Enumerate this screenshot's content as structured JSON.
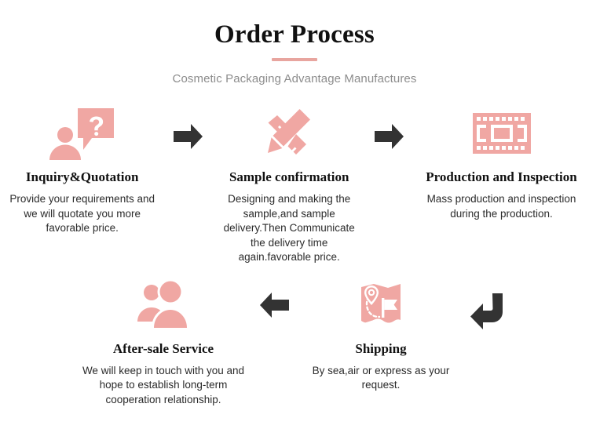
{
  "header": {
    "title": "Order Process",
    "subtitle": "Cosmetic Packaging Advantage Manufactures",
    "rule_color": "#e8a59f"
  },
  "theme": {
    "icon_pink": "#f0a7a3",
    "arrow_dark": "#333333",
    "title_color": "#111111",
    "body_color": "#2b2b2b",
    "subtitle_color": "#8c8c8c",
    "background": "#ffffff"
  },
  "steps_top": [
    {
      "icon": "person-question-icon",
      "title": "Inquiry&Quotation",
      "description": "Provide your requirements and we will quotate you more favorable price."
    },
    {
      "icon": "pencil-ruler-icon",
      "title": "Sample confirmation",
      "description": "Designing and making the sample,and sample delivery.Then Communicate the delivery time again.favorable price."
    },
    {
      "icon": "film-strip-icon",
      "title": "Production and Inspection",
      "description": "Mass production and inspection during the production."
    }
  ],
  "steps_bottom": [
    {
      "icon": "two-users-icon",
      "title": "After-sale Service",
      "description": "We will keep in touch with you and hope to establish long-term cooperation relationship."
    },
    {
      "icon": "map-pin-flag-icon",
      "title": "Shipping",
      "description": "By sea,air or express as your request."
    }
  ],
  "arrows": {
    "top_first": "arrow-right-icon",
    "top_second": "arrow-right-icon",
    "bottom_left": "arrow-left-icon",
    "wrap": "arrow-return-down-left-icon"
  }
}
